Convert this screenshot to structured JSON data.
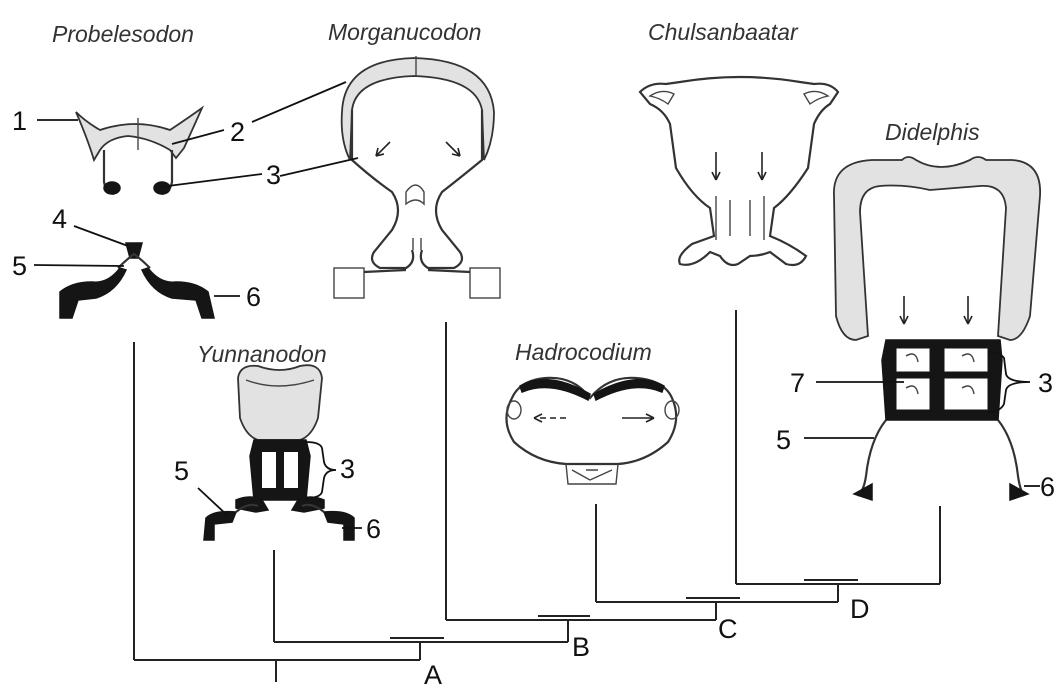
{
  "taxa": {
    "probelesodon": "Probelesodon",
    "morganucodon": "Morganucodon",
    "chulsanbaatar": "Chulsanbaatar",
    "didelphis": "Didelphis",
    "yunnanodon": "Yunnanodon",
    "hadrocodium": "Hadrocodium"
  },
  "nodes": {
    "a": "A",
    "b": "B",
    "c": "C",
    "d": "D"
  },
  "labels": {
    "probelesodon": [
      "1",
      "2",
      "3",
      "4",
      "5",
      "6"
    ],
    "yunnanodon": [
      "5",
      "3",
      "6"
    ],
    "didelphis": [
      "7",
      "3",
      "5",
      "6"
    ]
  }
}
